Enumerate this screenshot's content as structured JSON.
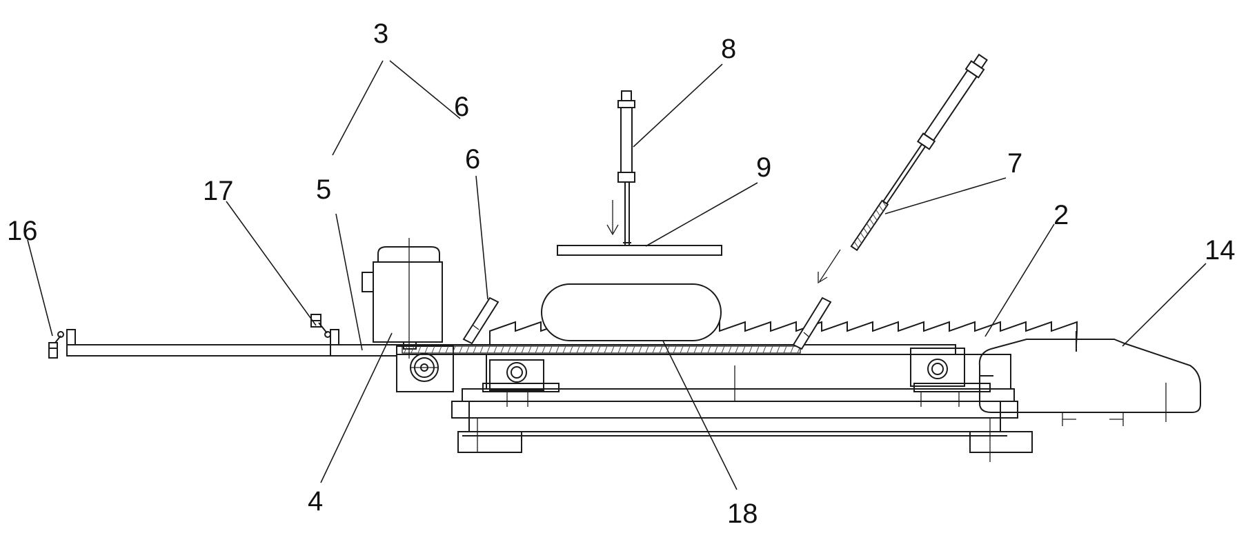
{
  "callouts": [
    {
      "id": "3",
      "label": "3"
    },
    {
      "id": "5",
      "label": "5"
    },
    {
      "id": "6a",
      "label": "6"
    },
    {
      "id": "6b",
      "label": "6"
    },
    {
      "id": "8",
      "label": "8"
    },
    {
      "id": "9",
      "label": "9"
    },
    {
      "id": "7",
      "label": "7"
    },
    {
      "id": "17",
      "label": "17"
    },
    {
      "id": "16",
      "label": "16"
    },
    {
      "id": "2",
      "label": "2"
    },
    {
      "id": "14",
      "label": "14"
    },
    {
      "id": "4",
      "label": "4"
    },
    {
      "id": "18",
      "label": "18"
    }
  ]
}
